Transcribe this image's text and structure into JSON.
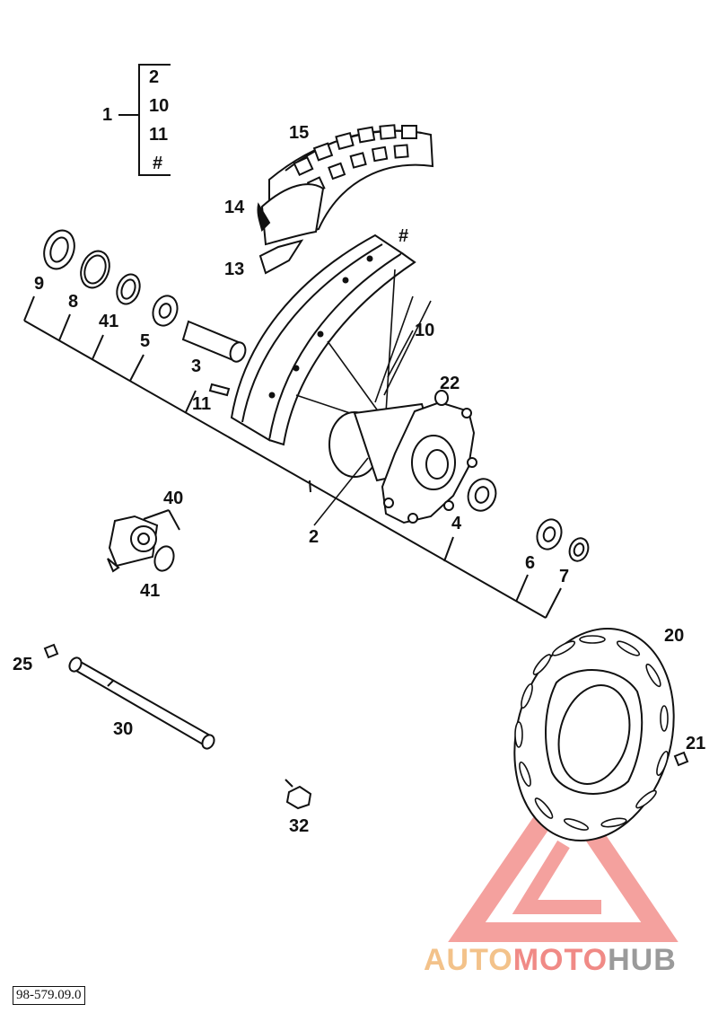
{
  "diagram": {
    "callouts": {
      "c1": "1",
      "c1_sub_2": "2",
      "c1_sub_10": "10",
      "c1_sub_11": "11",
      "c1_sub_hash": "#",
      "c15": "15",
      "c14": "14",
      "c13": "13",
      "c_hash": "#",
      "c9": "9",
      "c8": "8",
      "c41a": "41",
      "c5": "5",
      "c3": "3",
      "c11": "11",
      "c10": "10",
      "c22": "22",
      "c2": "2",
      "c4": "4",
      "c6": "6",
      "c7": "7",
      "c40": "40",
      "c41b": "41",
      "c25": "25",
      "c30": "30",
      "c20": "20",
      "c21": "21",
      "c32": "32"
    },
    "drawing_code": "98-579.09.0",
    "watermark": {
      "part1": "AUTO",
      "part2": "MOTO",
      "part3": "HUB"
    }
  },
  "colors": {
    "ink": "#111111",
    "watermark_red": "#e8302a",
    "watermark_orange": "#f3c28a",
    "watermark_gray": "#9a9a9a"
  }
}
